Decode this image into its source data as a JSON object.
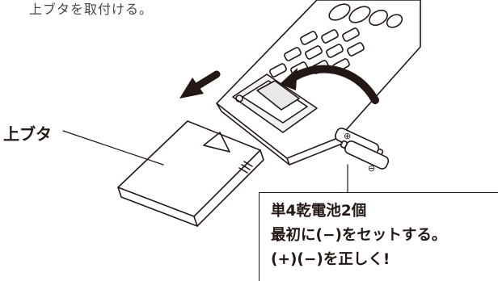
{
  "caption_top": "上ブタを取付ける。",
  "label_lid": "上ブタ",
  "note": {
    "line1": "単4乾電池2個",
    "line2": "最初に(−)をセットする。",
    "line3": "(+)(−)を正しく!"
  },
  "battery_markings": {
    "positive": "⊕",
    "negative": "⊖"
  }
}
